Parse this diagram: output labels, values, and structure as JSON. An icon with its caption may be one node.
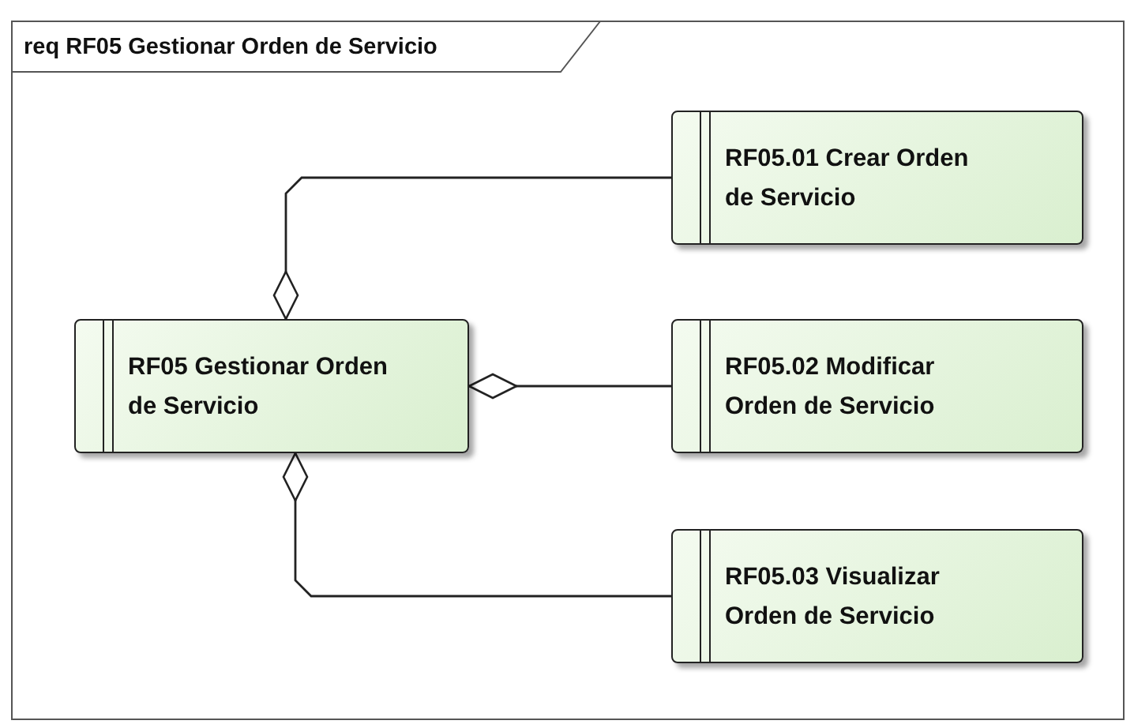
{
  "diagram": {
    "title": "req RF05 Gestionar Orden de Servicio",
    "nodes": [
      {
        "text": [
          "RF05 Gestionar Orden de Servicio"
        ]
      },
      {
        "text": [
          "RF05.01 Crear Orden de Servicio"
        ]
      },
      {
        "text": [
          "RF05.02 Modificar Orden de Servicio"
        ]
      },
      {
        "text": [
          "RF05.03 Visualizar Orden de Servicio"
        ]
      }
    ],
    "edges": [
      {
        "from": 1,
        "to": 0,
        "arrow": "other"
      },
      {
        "from": 2,
        "to": 0,
        "arrow": "other"
      },
      {
        "from": 3,
        "to": 0,
        "arrow": "other"
      }
    ]
  }
}
